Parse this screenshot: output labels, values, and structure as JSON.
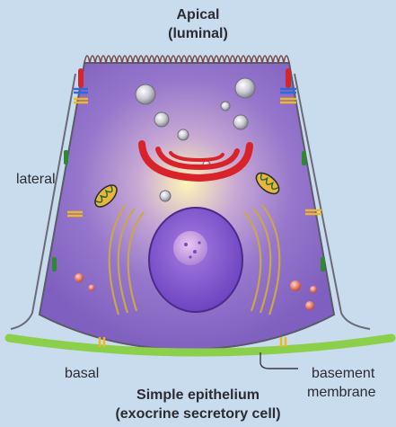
{
  "title": {
    "line1": "Apical",
    "line2": "(luminal)"
  },
  "labels": {
    "lateral": "lateral",
    "basal": "basal",
    "basement_membrane_line1": "basement",
    "basement_membrane_line2": "membrane"
  },
  "caption": {
    "line1": "Simple epithelium",
    "line2": "(exocrine secretory cell)"
  },
  "colors": {
    "background": "#c9dced",
    "cytoplasm": "#8f6fc8",
    "cytoplasm_glow": "#fff3b0",
    "nucleus": "#7a52c8",
    "nucleolus": "#b88fd8",
    "golgi": "#d8232a",
    "er": "#c9a64a",
    "basement_membrane": "#8ccf4a",
    "junction_red": "#d4262c",
    "junction_blue": "#2f6ad8",
    "junction_yellow": "#f0b820",
    "junction_green": "#2e8a2e",
    "membrane_line": "#6a6a78"
  }
}
